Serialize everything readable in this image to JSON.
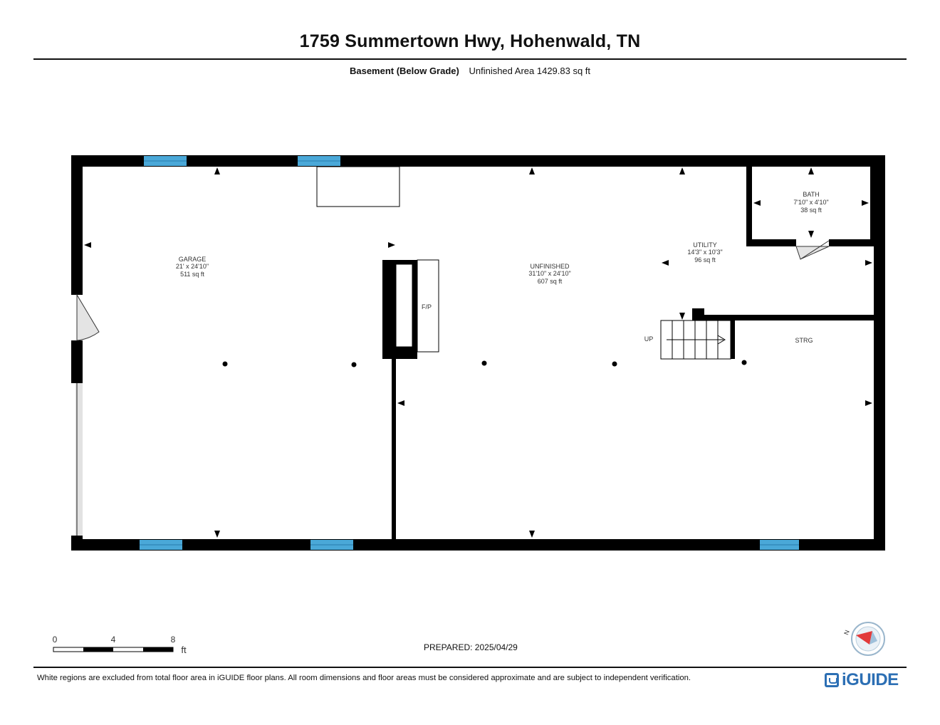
{
  "header": {
    "title": "1759 Summertown Hwy, Hohenwald, TN",
    "level": "Basement (Below Grade)",
    "area": "Unfinished Area 1429.83 sq ft"
  },
  "rooms": {
    "garage": {
      "name": "GARAGE",
      "dims": "21' x 24'10\"",
      "area": "511 sq ft"
    },
    "unfinished": {
      "name": "UNFINISHED",
      "dims": "31'10\" x 24'10\"",
      "area": "607 sq ft"
    },
    "utility": {
      "name": "UTILITY",
      "dims": "14'3\" x 10'3\"",
      "area": "96 sq ft"
    },
    "bath": {
      "name": "BATH",
      "dims": "7'10\" x 4'10\"",
      "area": "38 sq ft"
    },
    "storage": {
      "name": "STRG"
    }
  },
  "fixtures": {
    "fireplace": "F/P",
    "stairs": "UP"
  },
  "scale": {
    "labels": [
      "0",
      "4",
      "8"
    ],
    "unit": "ft"
  },
  "compass": {
    "label": "N"
  },
  "footer": {
    "prepared": "PREPARED: 2025/04/29",
    "note": "White regions are excluded from total floor area in iGUIDE floor plans. All room dimensions and floor areas must be considered approximate and are subject to independent verification.",
    "brand": "iGUIDE"
  },
  "colors": {
    "wall": "#000000",
    "window": "#4aa8d8",
    "door_swing": "#dddddd",
    "brand": "#2c6fb4",
    "compass_needle": "#e23b3b"
  }
}
